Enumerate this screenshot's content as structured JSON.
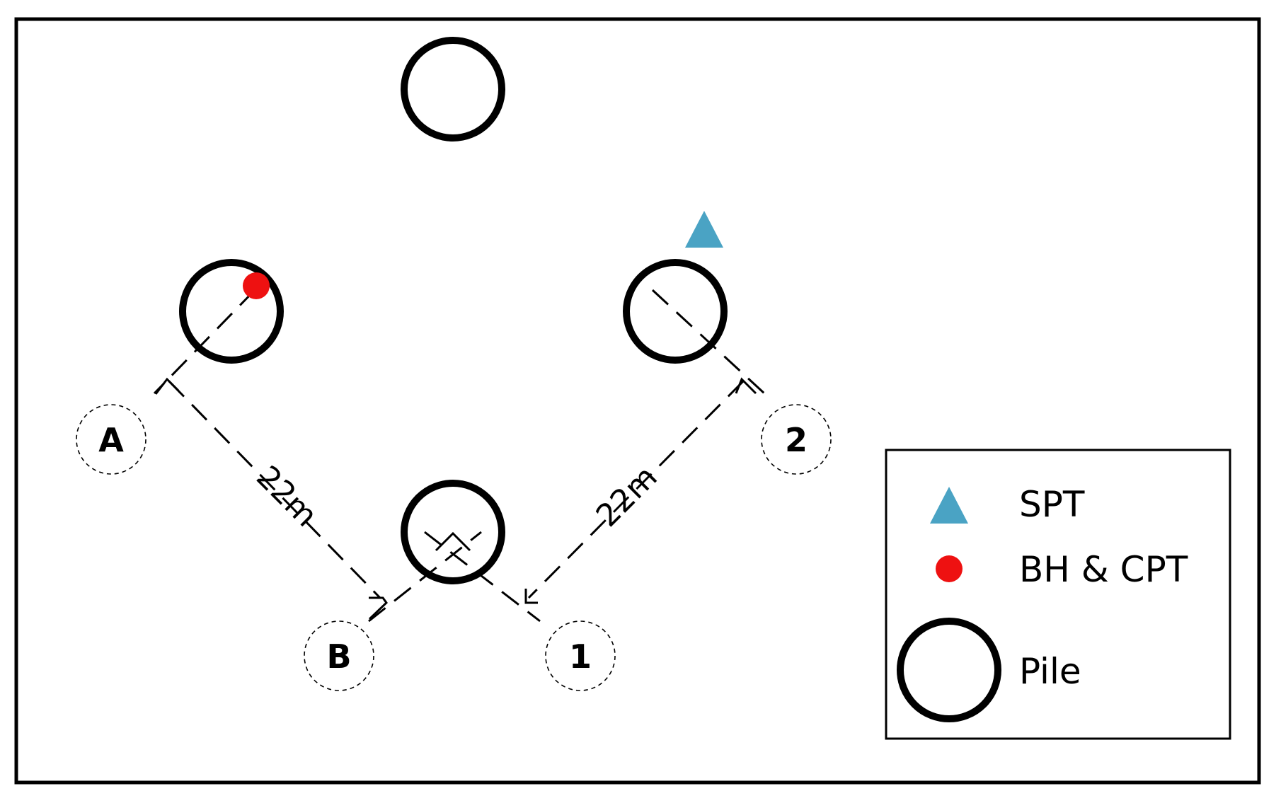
{
  "colors": {
    "spt": "#4aa3c4",
    "bh_cpt": "#ee1111",
    "pile": "#000000",
    "frame": "#000000"
  },
  "grid_labels": {
    "a": "A",
    "b": "B",
    "one": "1",
    "two": "2"
  },
  "dimensions": {
    "ab": "22m",
    "one_two": "22m"
  },
  "legend": {
    "spt": "SPT",
    "bh_cpt": "BH & CPT",
    "pile": "Pile"
  }
}
